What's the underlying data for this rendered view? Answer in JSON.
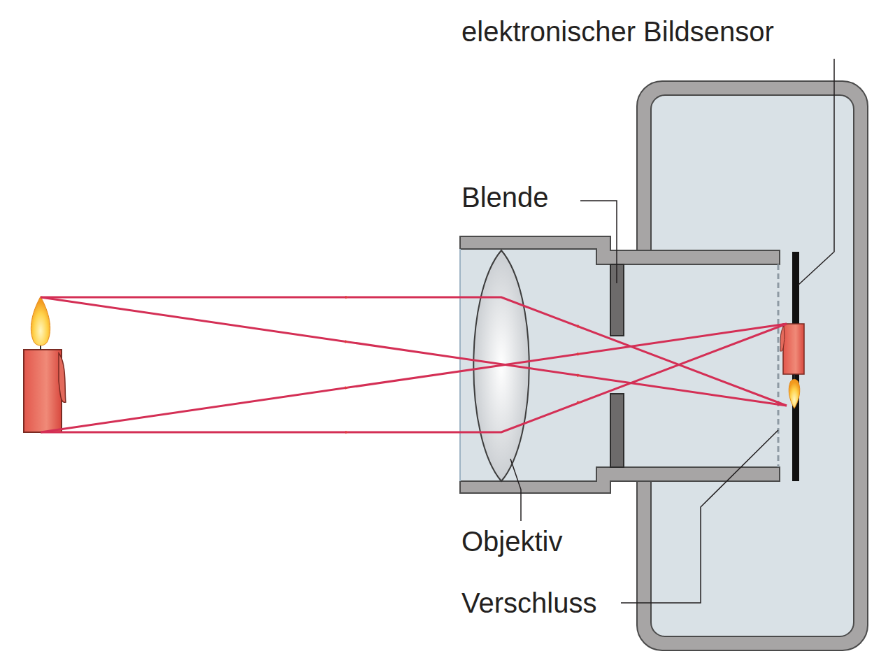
{
  "diagram": {
    "labels": [
      "elektronischer Bildsensor",
      "Blende",
      "Objektiv",
      "Verschluss"
    ]
  }
}
